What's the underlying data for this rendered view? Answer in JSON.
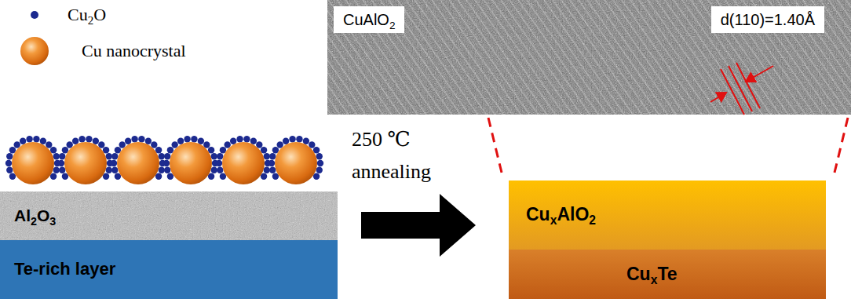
{
  "diagram": {
    "nodes": [
      {
        "text": [
          "Al2O3"
        ]
      },
      {
        "text": [
          "Te-rich layer"
        ]
      },
      {
        "text": [
          "CuAlO2",
          "d(110)=1.40Å"
        ]
      },
      {
        "text": [
          "CuxAlO2"
        ]
      },
      {
        "text": [
          "CuxTe"
        ]
      }
    ],
    "edges": [
      {
        "from": 0,
        "to": 3,
        "arrow": "to",
        "label": "250 ℃ annealing"
      }
    ],
    "legend": [
      {
        "text": "Cu2O",
        "color": "#1c2a8f"
      },
      {
        "text": "Cu nanocrystal"
      }
    ]
  }
}
